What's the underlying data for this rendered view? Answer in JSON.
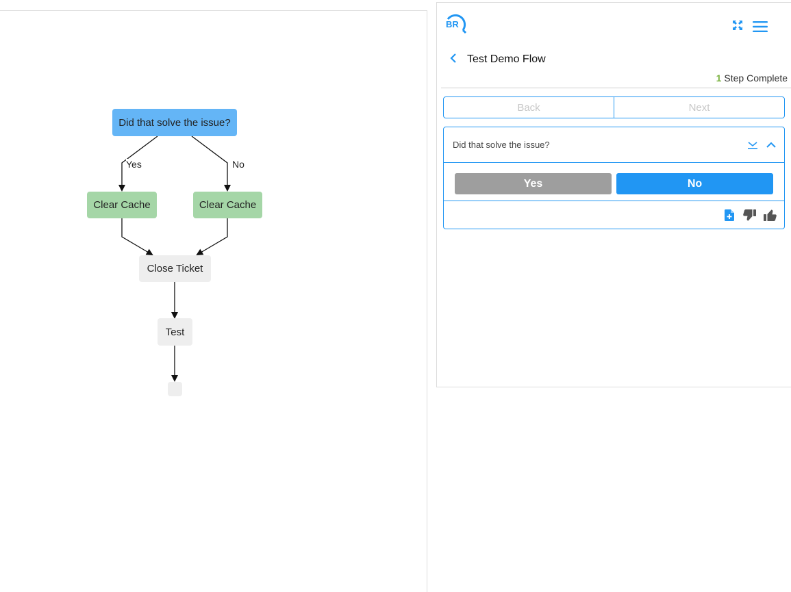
{
  "flowchart": {
    "nodes": [
      {
        "id": "q1",
        "label": "Did that solve the issue?",
        "kind": "question"
      },
      {
        "id": "a1",
        "label": "Clear Cache",
        "kind": "answer"
      },
      {
        "id": "a2",
        "label": "Clear Cache",
        "kind": "answer"
      },
      {
        "id": "s1",
        "label": "Close Ticket",
        "kind": "step"
      },
      {
        "id": "s2",
        "label": "Test",
        "kind": "step"
      },
      {
        "id": "s3",
        "label": "",
        "kind": "step"
      }
    ],
    "edge_labels": {
      "yes": "Yes",
      "no": "No"
    }
  },
  "panel": {
    "logo_text": "BR",
    "flow_title": "Test Demo Flow",
    "progress_count": "1",
    "progress_label": "Step Complete",
    "back_label": "Back",
    "next_label": "Next",
    "step_question": "Did that solve the issue?",
    "answers": {
      "yes": "Yes",
      "no": "No"
    },
    "icons": {
      "expand": "expand-icon",
      "menu": "menu-icon",
      "back": "chevron-left-icon",
      "collapse_all": "collapse-down-icon",
      "collapse": "chevron-up-icon",
      "note": "add-note-icon",
      "dislike": "thumbs-down-icon",
      "like": "thumbs-up-icon"
    }
  },
  "colors": {
    "accent": "#2196f3",
    "question_node": "#64b5f6",
    "answer_node": "#a5d6a7",
    "step_node": "#eeeeee",
    "complete": "#7cb342",
    "yes_button": "#9e9e9e"
  }
}
